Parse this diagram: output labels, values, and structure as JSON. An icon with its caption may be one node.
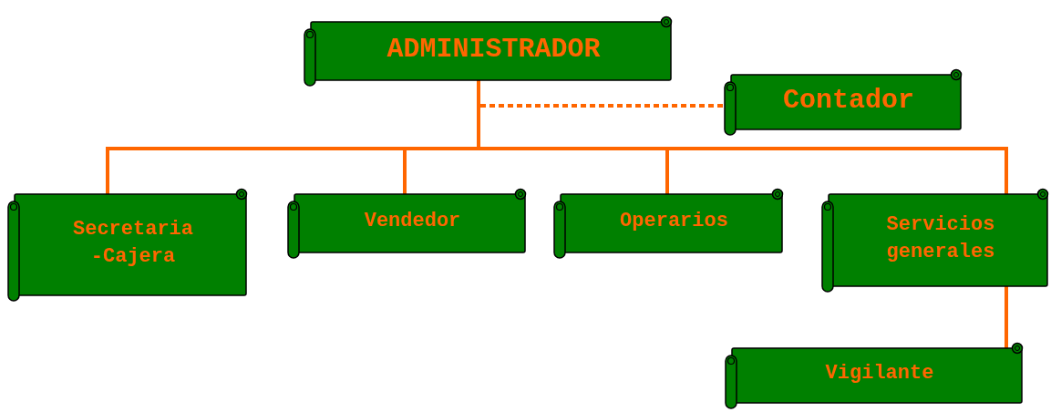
{
  "diagram": {
    "nodes": [
      {
        "text": [
          "ADMINISTRADOR"
        ]
      },
      {
        "text": [
          "Contador"
        ]
      },
      {
        "text": [
          "Secretaria -Cajera"
        ]
      },
      {
        "text": [
          "Vendedor"
        ]
      },
      {
        "text": [
          "Operarios"
        ]
      },
      {
        "text": [
          "Servicios generales"
        ]
      },
      {
        "text": [
          "Vigilante"
        ]
      }
    ],
    "edges": [
      {
        "from": 0,
        "to": 1,
        "arrow": "none",
        "style": "dashed"
      },
      {
        "from": 0,
        "to": 2,
        "arrow": "none"
      },
      {
        "from": 0,
        "to": 3,
        "arrow": "none"
      },
      {
        "from": 0,
        "to": 4,
        "arrow": "none"
      },
      {
        "from": 0,
        "to": 5,
        "arrow": "none"
      },
      {
        "from": 5,
        "to": 6,
        "arrow": "none"
      }
    ]
  }
}
